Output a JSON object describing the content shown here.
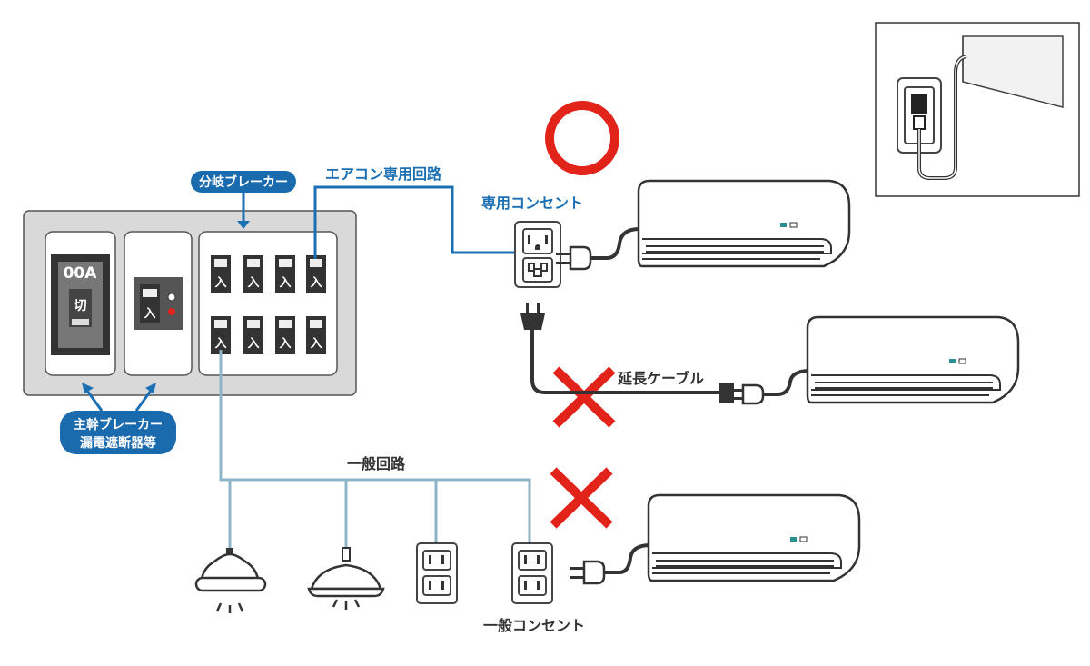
{
  "panel": {
    "main_breaker_rating": "00A",
    "main_breaker_state": "切",
    "leak_breaker_state": "入",
    "branch_state": "入"
  },
  "labels": {
    "branch_breaker": "分岐ブレーカー",
    "main_breaker_line1": "主幹ブレーカー",
    "main_breaker_line2": "漏電遮断器等",
    "dedicated_circuit": "エアコン専用回路",
    "dedicated_outlet": "専用コンセント",
    "extension_cable": "延長ケーブル",
    "general_circuit": "一般回路",
    "general_outlet": "一般コンセント"
  },
  "colors": {
    "accent_blue": "#1b6fb3",
    "label_bubble": "#1a6aae",
    "general_wire": "#8fb4c7",
    "ok_red": "#e2231a",
    "ng_red": "#e2231a",
    "panel_gray": "#d9d9d9"
  },
  "icons": {
    "ok": "circle-ok-icon",
    "ng": "cross-ng-icon"
  }
}
